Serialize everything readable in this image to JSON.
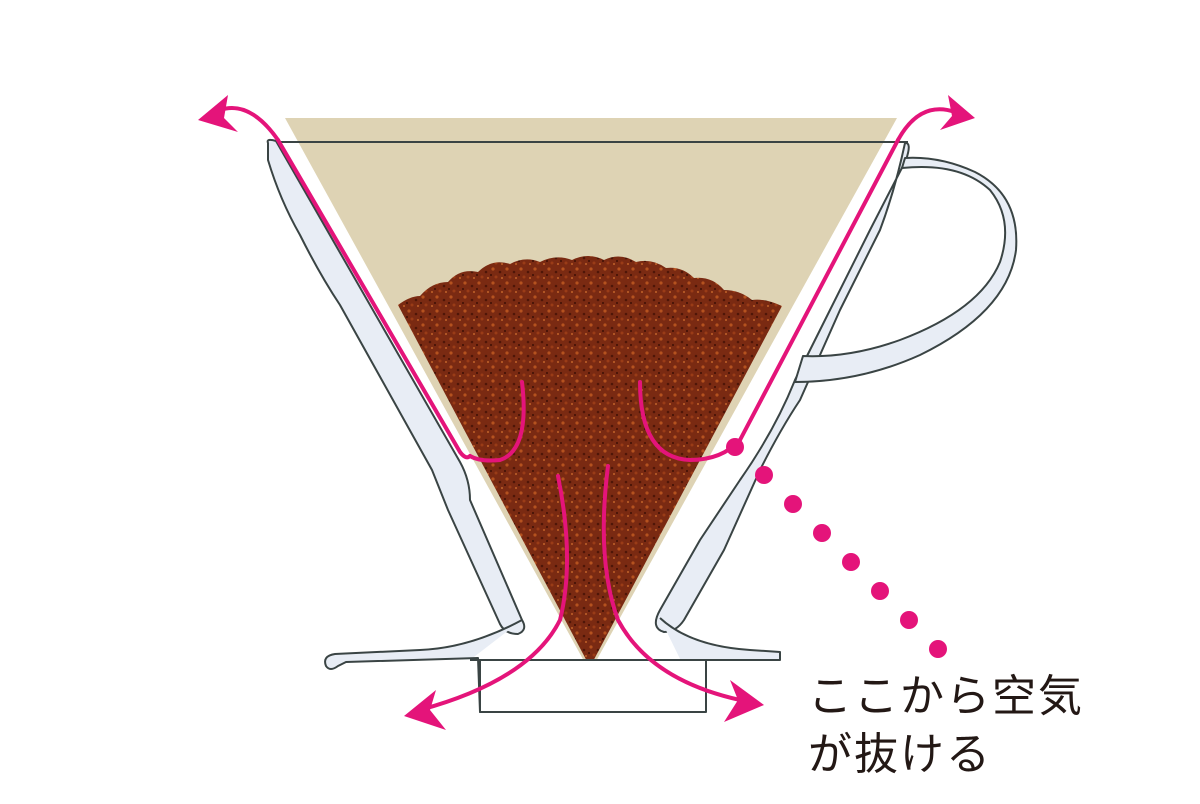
{
  "diagram": {
    "subject": "Coffee dripper cross-section with paper filter and coffee grounds",
    "caption": {
      "line1": "ここから空気",
      "line2": "が抜ける"
    },
    "colors": {
      "background": "#ffffff",
      "filter_paper": "#ded3b4",
      "coffee_grounds": "#7a2a12",
      "coffee_dark": "#4e1608",
      "coffee_light": "#b5521f",
      "dripper_fill": "#e8edf5",
      "dripper_outline": "#3a4444",
      "airflow_arrow": "#e4147a",
      "caption_text": "#231815"
    },
    "elements": [
      {
        "id": "filter-paper",
        "label": "paper filter cone"
      },
      {
        "id": "coffee-grounds",
        "label": "ground coffee bed"
      },
      {
        "id": "dripper-body",
        "label": "transparent dripper with handle"
      },
      {
        "id": "airflow-arrows",
        "label": "pink airflow arrows"
      },
      {
        "id": "dotted-leader",
        "label": "dotted leader line to caption"
      }
    ]
  }
}
